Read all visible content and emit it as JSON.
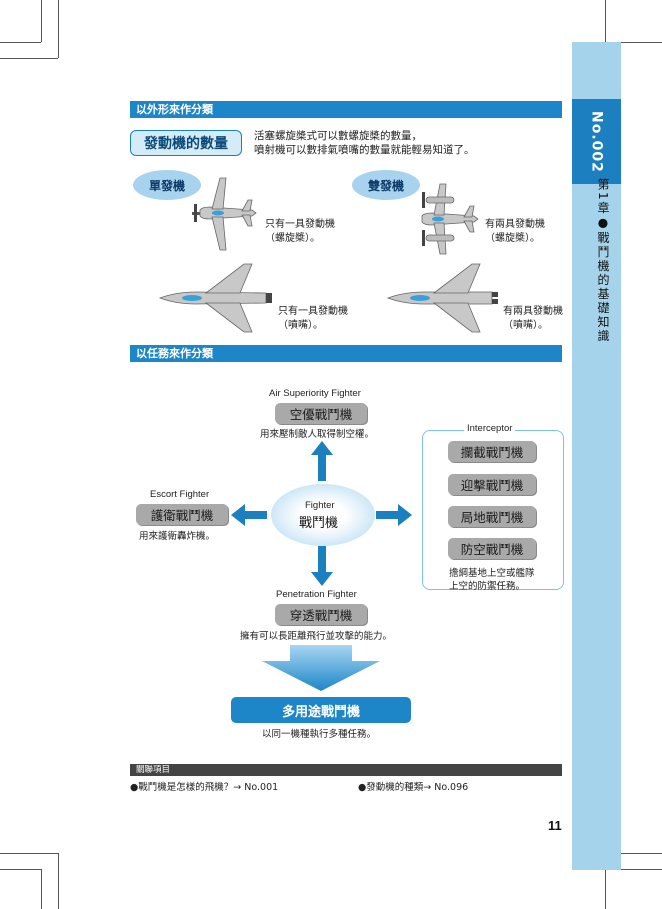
{
  "side_tab": {
    "number": "No.002",
    "chapter": "第1章●戰鬥機的基礎知識"
  },
  "section1": {
    "title": "以外形來作分類",
    "tag": "發動機的數量",
    "desc_line1": "活塞螺旋槳式可以數螺旋槳的數量，",
    "desc_line2": "噴射機可以數排氣噴嘴的數量就能輕易知道了。",
    "single_label": "單發機",
    "twin_label": "雙發機",
    "single_prop_line1": "只有一具發動機",
    "single_prop_line2": "（螺旋槳）。",
    "twin_prop_line1": "有兩具發動機",
    "twin_prop_line2": "（螺旋槳）。",
    "single_jet_line1": "只有一具發動機",
    "single_jet_line2": "（噴嘴）。",
    "twin_jet_line1": "有兩具發動機",
    "twin_jet_line2": "（噴嘴）。"
  },
  "section2": {
    "title": "以任務來作分類",
    "center_en": "Fighter",
    "center_zh": "戰鬥機",
    "air_superiority": {
      "en": "Air Superiority Fighter",
      "zh": "空優戰鬥機",
      "desc": "用來壓制敵人取得制空權。"
    },
    "escort": {
      "en": "Escort Fighter",
      "zh": "護衛戰鬥機",
      "desc": "用來護衛轟炸機。"
    },
    "penetration": {
      "en": "Penetration Fighter",
      "zh": "穿透戰鬥機",
      "desc": "擁有可以長距離飛行並攻擊的能力。"
    },
    "interceptor": {
      "en": "Interceptor",
      "items": [
        "攔截戰鬥機",
        "迎擊戰鬥機",
        "局地戰鬥機",
        "防空戰鬥機"
      ],
      "desc_line1": "擔綱基地上空或艦隊",
      "desc_line2": "上空的防禦任務。"
    },
    "multirole": {
      "zh": "多用途戰鬥機",
      "desc": "以同一機種執行多種任務。"
    }
  },
  "related": {
    "title": "關聯項目",
    "link1": "●戰鬥機是怎樣的飛機？→ No.001",
    "link2": "●發動機的種類→ No.096"
  },
  "page_number": "11",
  "colors": {
    "accent_blue": "#1c86c8",
    "light_blue": "#a6d3ec",
    "grey_box": "#a9a9a9"
  }
}
